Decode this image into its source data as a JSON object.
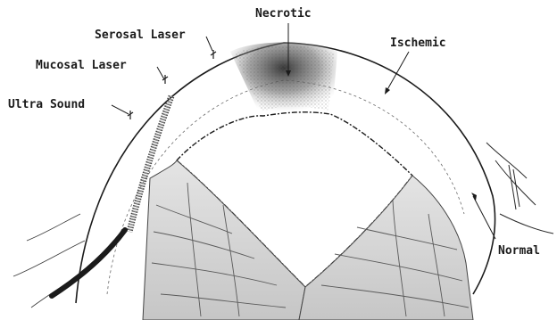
{
  "labels": {
    "necrotic": "Necrotic",
    "serosal_laser": "Serosal Laser",
    "ischemic": "Ischemic",
    "mucosal_laser": "Mucosal Laser",
    "ultra_sound": "Ultra Sound",
    "normal": "Normal"
  },
  "colors": {
    "ink": "#1b1b1b",
    "background": "#ffffff",
    "tissue_shade": "#cfcfcf"
  }
}
